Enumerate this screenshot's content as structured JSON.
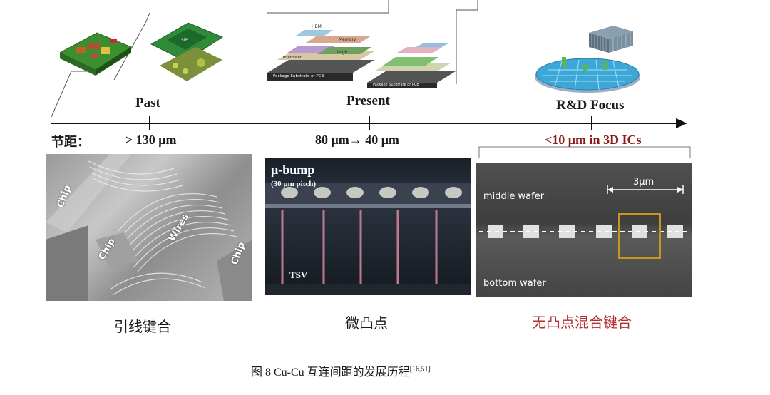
{
  "timeline": {
    "eras": [
      {
        "label": "Past"
      },
      {
        "label": "Present"
      },
      {
        "label": "R&D Focus"
      }
    ],
    "pitch_heading": "节距：",
    "pitches": [
      {
        "text": "> 130 μm"
      },
      {
        "text": "80 μm→ 40 μm"
      },
      {
        "text": "<10 μm in 3D ICs",
        "color": "#8b1a1a"
      }
    ]
  },
  "illustrations": {
    "present_labels": {
      "hbm": "HBM",
      "memory": "Memory",
      "logic": "Logic",
      "interposer": "Interposer",
      "substrate_left": "Package Substrate or PCB",
      "substrate_right": "Package Substrate or PCB"
    }
  },
  "panels": {
    "wire_bond": {
      "labels": [
        "Chip",
        "Chip",
        "Wires",
        "Chip"
      ],
      "caption": "引线键合"
    },
    "micro_bump": {
      "title": "μ-bump",
      "subtitle": "(30 μm pitch)",
      "tsv_label": "TSV",
      "caption": "微凸点"
    },
    "hybrid": {
      "middle_label": "middle wafer",
      "bottom_label": "bottom wafer",
      "scale_label": "3μm",
      "caption": "无凸点混合键合",
      "caption_color": "#b33030",
      "highlight_color": "#c8961e"
    }
  },
  "figure_caption": {
    "text": "图 8    Cu-Cu 互连间距的发展历程",
    "ref": "[16,51]"
  }
}
